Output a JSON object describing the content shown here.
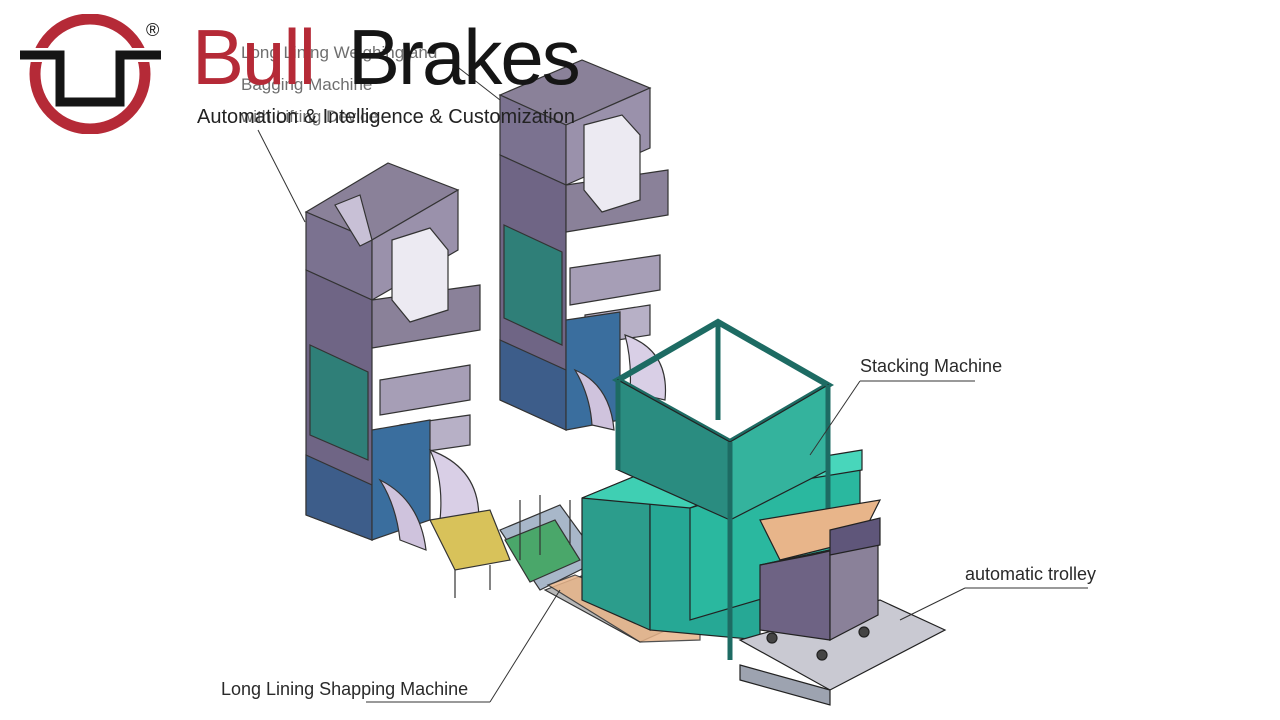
{
  "brand": {
    "name_part1": "Bull",
    "name_part2": "Brakes",
    "registered_mark": "®",
    "tagline": "Automation & Intelligence & Customization",
    "colors": {
      "accent_red": "#b52a37",
      "text_dark": "#151515"
    },
    "logo_icon": "bull-brakes-logo-icon"
  },
  "labels": {
    "weighing_line1": "Long Lining Weighing and",
    "weighing_line2": "Bagging Machine",
    "weighing_line3": "with Lifting Device",
    "stacking": "Stacking Machine",
    "trolley": "automatic trolley",
    "shaping": "Long Lining Shapping Machine"
  }
}
